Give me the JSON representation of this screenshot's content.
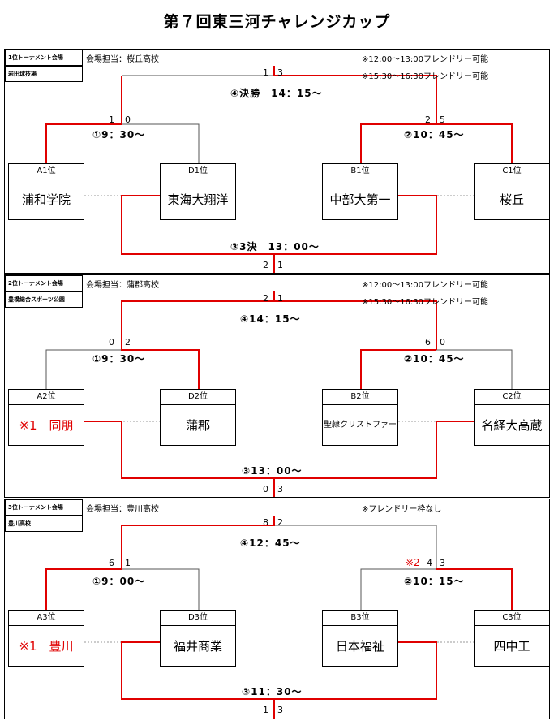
{
  "title": "第７回東三河チャレンジカップ",
  "colors": {
    "winner_line": "#e00000",
    "line": "#555555",
    "red_text": "#e00000"
  },
  "sections": [
    {
      "venue_label": "1位トーナメント会場",
      "venue_name": "岩田球技場",
      "manager": "会場担当：桜丘高校",
      "notes": [
        "※12:00～13:00フレンドリー可能",
        "※15:30～16:30フレンドリー可能"
      ],
      "final_time": "④決勝　14：15～",
      "final_score": [
        "1",
        "3"
      ],
      "semi_left_time": "①9：30～",
      "semi_left_score": [
        "1",
        "0"
      ],
      "semi_right_time": "②10：45～",
      "semi_right_score": [
        "2",
        "5"
      ],
      "third_time": "③3決　13：00～",
      "third_score": [
        "2",
        "1"
      ],
      "right_mark": "",
      "teams": [
        {
          "rank": "A1位",
          "name": "浦和学院"
        },
        {
          "rank": "D1位",
          "name": "東海大翔洋"
        },
        {
          "rank": "B1位",
          "name": "中部大第一"
        },
        {
          "rank": "C1位",
          "name": "桜丘"
        }
      ]
    },
    {
      "venue_label": "2位トーナメント会場",
      "venue_name": "豊橋総合スポーツ公園",
      "manager": "会場担当：蒲郡高校",
      "notes": [
        "※12:00～13:00フレンドリー可能",
        "※15:30～16:30フレンドリー可能"
      ],
      "final_time": "④14：15～",
      "final_score": [
        "2",
        "1"
      ],
      "semi_left_time": "①9：30～",
      "semi_left_score": [
        "0",
        "2"
      ],
      "semi_right_time": "②10：45～",
      "semi_right_score": [
        "6",
        "0"
      ],
      "third_time": "③13：00～",
      "third_score": [
        "0",
        "3"
      ],
      "right_mark": "",
      "teams": [
        {
          "rank": "A2位",
          "name": "※1　同朋"
        },
        {
          "rank": "D2位",
          "name": "蒲郡"
        },
        {
          "rank": "B2位",
          "name": "聖隷クリストファー"
        },
        {
          "rank": "C2位",
          "name": "名経大高蔵"
        }
      ]
    },
    {
      "venue_label": "3位トーナメント会場",
      "venue_name": "豊川高校",
      "manager": "会場担当：豊川高校",
      "notes": [
        "※フレンドリー枠なし",
        ""
      ],
      "final_time": "④12：45～",
      "final_score": [
        "8",
        "2"
      ],
      "semi_left_time": "①9：00～",
      "semi_left_score": [
        "6",
        "1"
      ],
      "semi_right_time": "②10：15～",
      "semi_right_score": [
        "4",
        "3"
      ],
      "third_time": "③11：30～",
      "third_score": [
        "1",
        "3"
      ],
      "right_mark": "※2",
      "teams": [
        {
          "rank": "A3位",
          "name": "※1　豊川"
        },
        {
          "rank": "D3位",
          "name": "福井商業"
        },
        {
          "rank": "B3位",
          "name": "日本福祉"
        },
        {
          "rank": "C3位",
          "name": "四中工"
        }
      ]
    }
  ]
}
